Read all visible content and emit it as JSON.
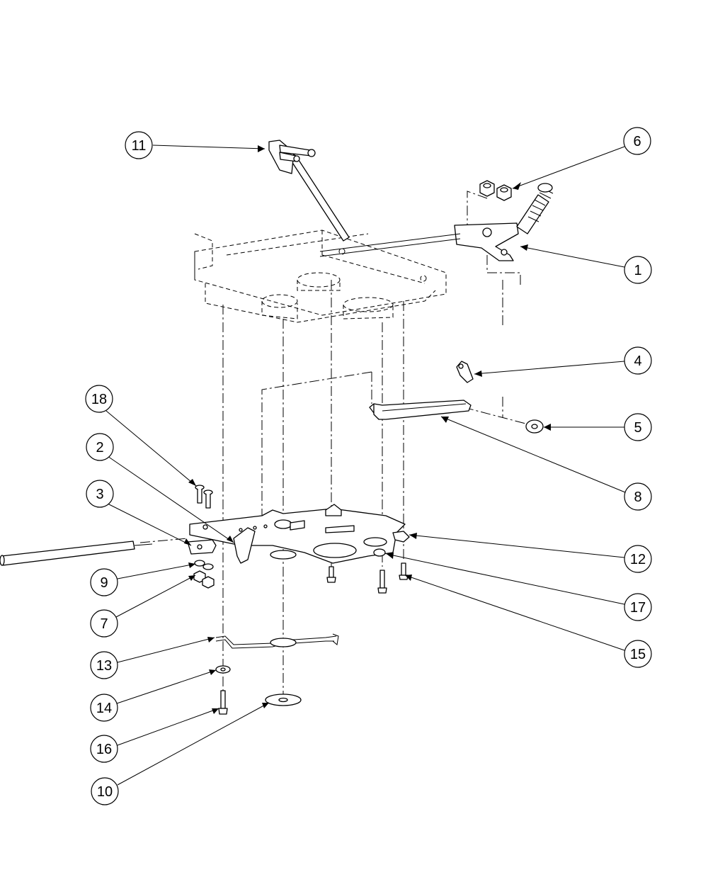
{
  "callouts": [
    {
      "id": "c11",
      "label": "11"
    },
    {
      "id": "c6",
      "label": "6"
    },
    {
      "id": "c1",
      "label": "1"
    },
    {
      "id": "c4",
      "label": "4"
    },
    {
      "id": "c5",
      "label": "5"
    },
    {
      "id": "c8",
      "label": "8"
    },
    {
      "id": "c18",
      "label": "18"
    },
    {
      "id": "c2",
      "label": "2"
    },
    {
      "id": "c3",
      "label": "3"
    },
    {
      "id": "c12",
      "label": "12"
    },
    {
      "id": "c9",
      "label": "9"
    },
    {
      "id": "c7",
      "label": "7"
    },
    {
      "id": "c17",
      "label": "17"
    },
    {
      "id": "c15",
      "label": "15"
    },
    {
      "id": "c13",
      "label": "13"
    },
    {
      "id": "c14",
      "label": "14"
    },
    {
      "id": "c16",
      "label": "16"
    },
    {
      "id": "c10",
      "label": "10"
    }
  ]
}
